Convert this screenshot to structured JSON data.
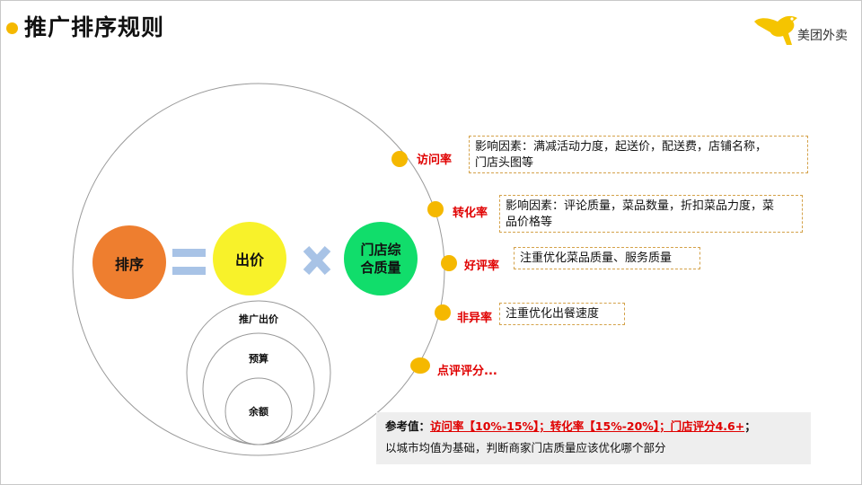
{
  "title": "推广排序规则",
  "logo": {
    "icon": "kangaroo-icon",
    "text": "美团外卖",
    "color": "#f5c400"
  },
  "formula": {
    "left": "排序",
    "middle": "出价",
    "right_line1": "门店综",
    "right_line2": "合质量"
  },
  "nested": {
    "outer": "推广出价",
    "middle": "预算",
    "inner": "余额"
  },
  "factors": [
    {
      "label": "访问率",
      "note_line1": "影响因素：满减活动力度，起送价，配送费，店铺名称，",
      "note_line2": "门店头图等"
    },
    {
      "label": "转化率",
      "note_line1": "影响因素：评论质量，菜品数量，折扣菜品力度，菜",
      "note_line2": "品价格等"
    },
    {
      "label": "好评率",
      "note_line1": "注重优化菜品质量、服务质量",
      "note_line2": ""
    },
    {
      "label": "非异率",
      "note_line1": "注重优化出餐速度",
      "note_line2": ""
    },
    {
      "label": "点评评分...",
      "note_line1": "",
      "note_line2": ""
    }
  ],
  "reference": {
    "prefix": "参考值：",
    "highlight": "访问率【10%-15%】；转化率【15%-20%】；门店评分4.6+",
    "suffix": "；",
    "line2": "以城市均值为基础，判断商家门店质量应该优化哪个部分"
  },
  "colors": {
    "orange": "#ee7e2f",
    "yellow": "#f8f22a",
    "green": "#11dd6b",
    "dot": "#f5b800",
    "equals": "#a8c3e6",
    "red": "#e00000"
  }
}
